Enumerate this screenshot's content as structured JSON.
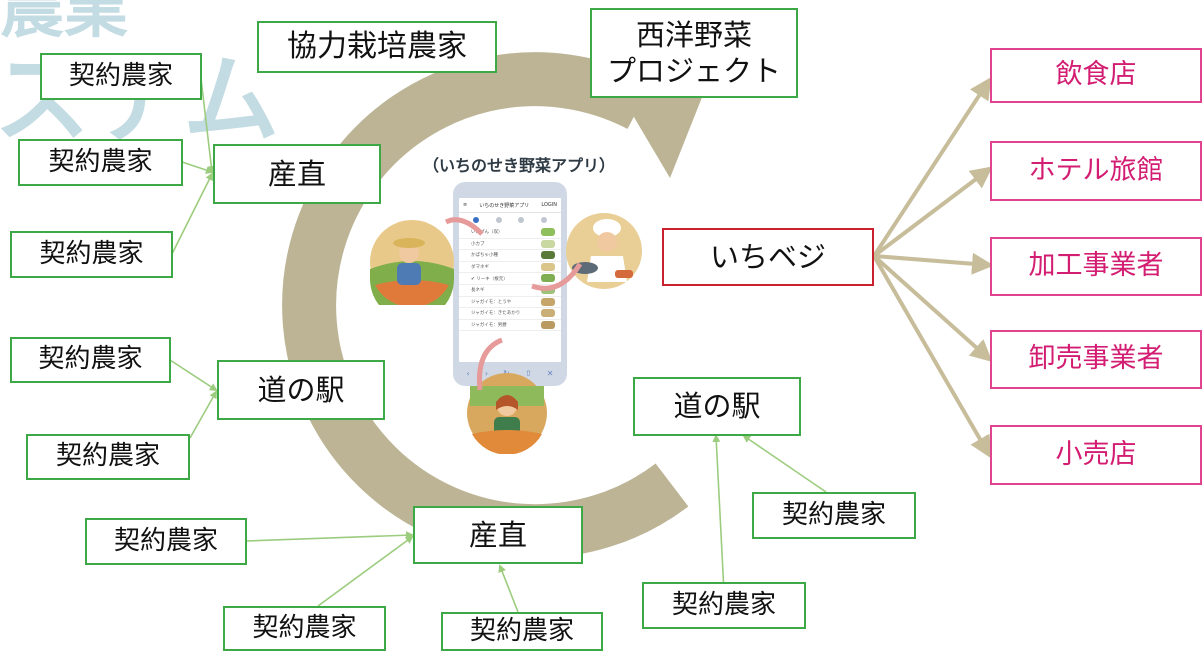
{
  "background_text": [
    "農業",
    "ステム"
  ],
  "app": {
    "caption": "（いちのせき野菜アプリ）",
    "header_title": "いちのせき野菜アプリ",
    "header_action": "LOGIN",
    "items": [
      "いんげん（収）",
      "小カブ",
      "かぼちゃ小種",
      "ダマネギ",
      "✔ リーキ（根元）",
      "長ネギ",
      "ジャガイモ：とうや",
      "ジャガイモ：きたあかり",
      "ジャガイモ：男爵"
    ],
    "footer_icons": [
      "‹",
      "›",
      "↻",
      "⇧",
      "✕"
    ]
  },
  "center": {
    "label": "いちベジ"
  },
  "top_boxes": {
    "cooperative": "協力栽培農家",
    "project": "西洋野菜\nプロジェクト"
  },
  "hubs": {
    "sanchoku_top": "産直",
    "michinoeki_left": "道の駅",
    "michinoeki_right": "道の駅",
    "sanchoku_bottom": "産直"
  },
  "contract_farmer": "契約農家",
  "destinations": [
    "飲食店",
    "ホテル旅館",
    "加工事業者",
    "卸売事業者",
    "小売店"
  ],
  "colors": {
    "cycle": "#bcb495",
    "green": "#3da946",
    "pink": "#e0448f",
    "red": "#c9212e",
    "right_arrows": "#c7bd9a",
    "left_lines": "#9ccc7e"
  }
}
